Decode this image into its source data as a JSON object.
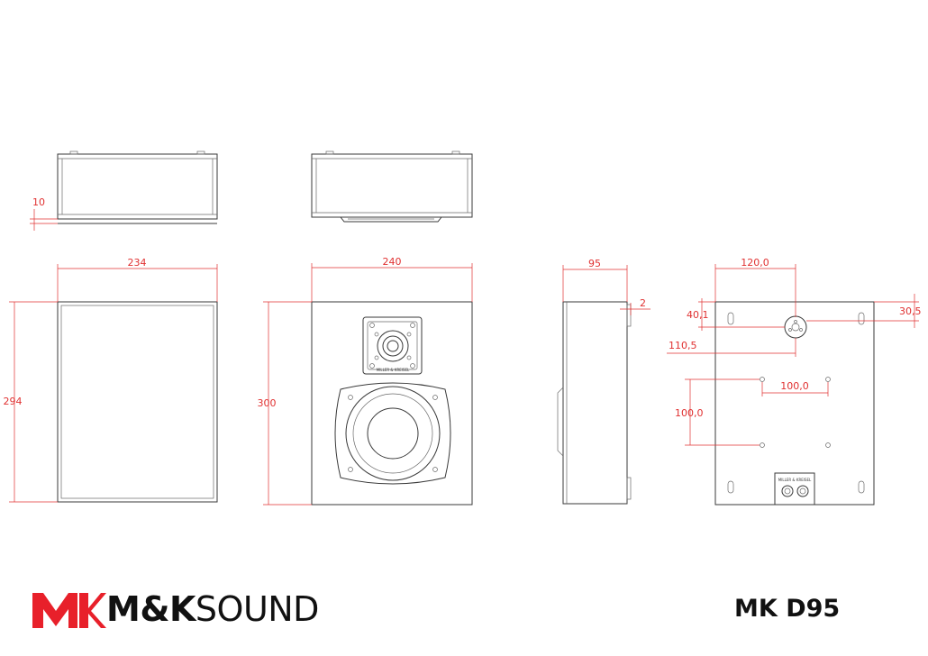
{
  "dimensions": {
    "base_height": "10",
    "width_front": "234",
    "height_front": "294",
    "width_baffle": "240",
    "height_baffle": "300",
    "depth": "95",
    "rear_offset": "2",
    "terminal_x": "120,0",
    "terminal_y": "40,1",
    "terminal_right": "30,5",
    "terminal_left": "110,5",
    "mount_spacing_h": "100,0",
    "mount_spacing_v": "100,0"
  },
  "labels": {
    "woofer_badge": "MILLER & KREISEL",
    "terminal_plate": "MILLER & KREISEL"
  },
  "branding": {
    "logo_brand": "M&K",
    "logo_word": "SOUND",
    "model": "MK D95"
  },
  "colors": {
    "dimension": "#e03030",
    "logo_red": "#e8202a",
    "outline": "#3a3a3a"
  }
}
